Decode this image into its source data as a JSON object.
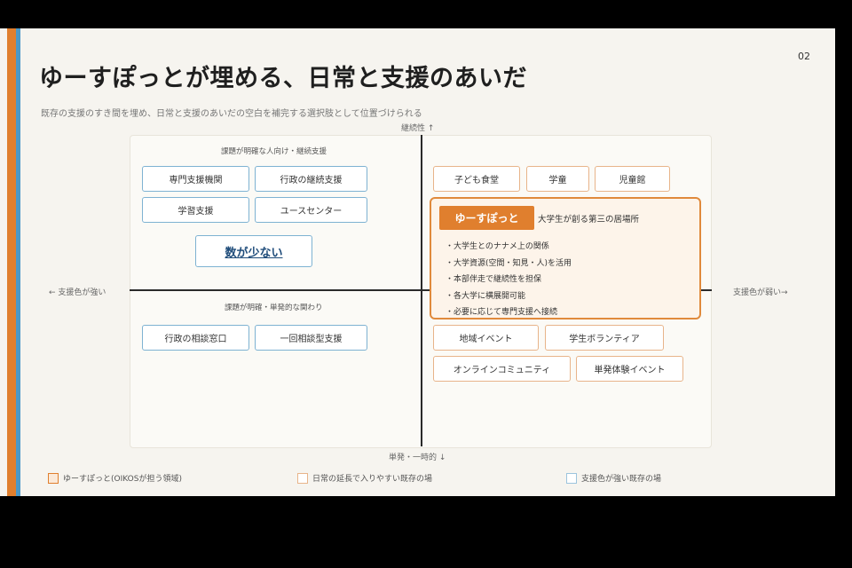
{
  "page_number": "02",
  "title": "ゆーすぽっとが埋める、日常と支援のあいだ",
  "subtitle": "既存の支援のすき間を埋め、日常と支援のあいだの空白を補完する選択肢として位置づけられる",
  "axes": {
    "top": "継続性 ↑",
    "bottom": "単発・一時的 ↓",
    "left": "← 支援色が強い",
    "right": "支援色が弱い→"
  },
  "top_left": {
    "label": "課題が明確な人向け・継続支援",
    "items": [
      "専門支援機関",
      "行政の継続支援",
      "学習支援",
      "ユースセンター"
    ],
    "callout": "数が少ない"
  },
  "bottom_left": {
    "label": "課題が明確・単発的な関わり",
    "items": [
      "行政の相談窓口",
      "一回相談型支援"
    ]
  },
  "top_right": {
    "items": [
      "子ども食堂",
      "学童",
      "児童館"
    ]
  },
  "feature": {
    "name": "ゆーすぽっと",
    "description": "大学生が創る第三の居場所",
    "bullets": [
      "・大学生とのナナメ上の関係",
      "・大学資源(空間・知見・人)を活用",
      "・本部伴走で継続性を担保",
      "・各大学に横展開可能",
      "・必要に応じて専門支援へ接続"
    ]
  },
  "bottom_right": {
    "items": [
      "地域イベント",
      "学生ボランティア",
      "オンラインコミュニティ",
      "単発体験イベント"
    ]
  },
  "legend": [
    "ゆーすぽっと(OIKOSが担う領域)",
    "日常の延長で入りやすい既存の場",
    "支援色が強い既存の場"
  ],
  "colors": {
    "accent_orange": "#e07f2e",
    "accent_blue": "#4a98c8",
    "background": "#f6f4ef"
  }
}
